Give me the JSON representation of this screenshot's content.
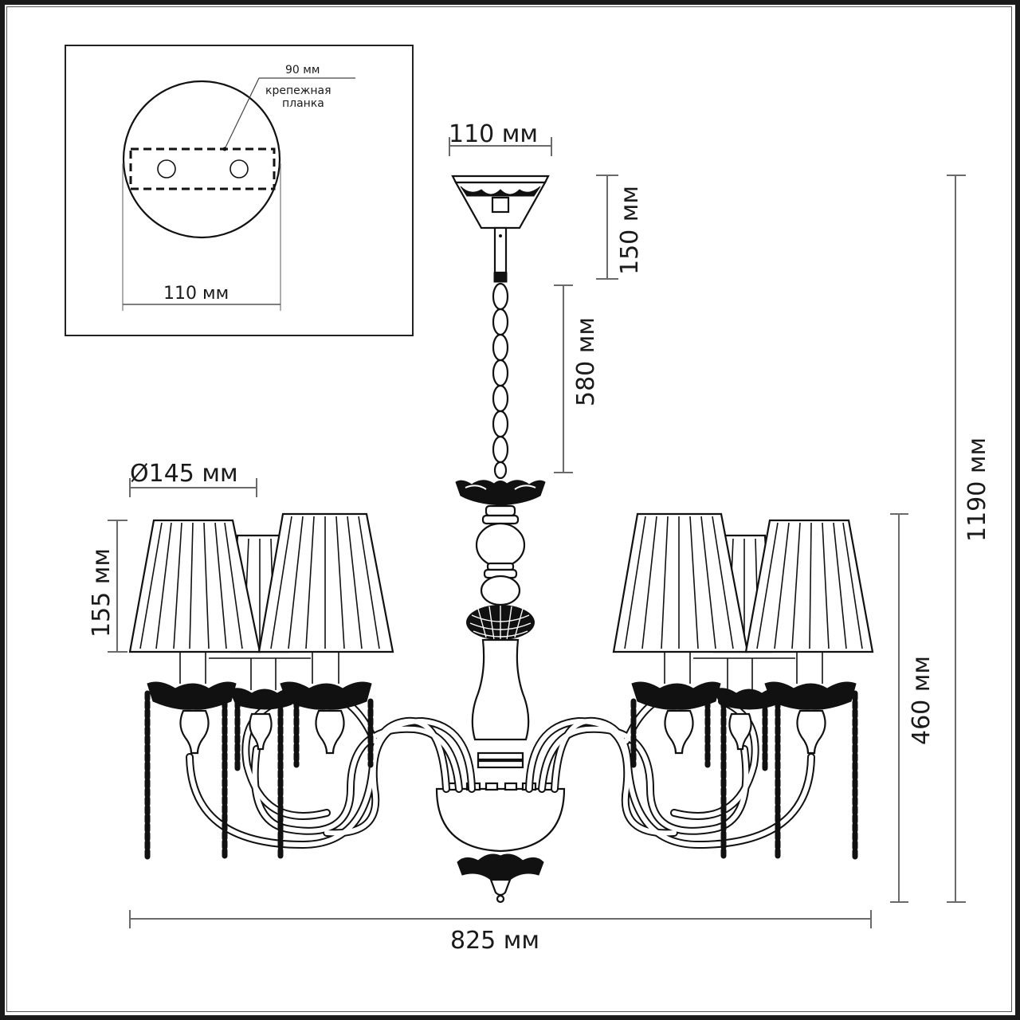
{
  "inset": {
    "plate_width_label": "90 мм",
    "plate_name_line1": "крепежная",
    "plate_name_line2": "планка",
    "canopy_diameter_label": "110 мм"
  },
  "dimensions": {
    "canopy_width": "110 мм",
    "canopy_height": "150 мм",
    "chain_length": "580 мм",
    "total_height": "1190 мм",
    "body_height": "460 мм",
    "shade_diameter": "Ø145 мм",
    "shade_height": "155 мм",
    "total_width": "825 мм"
  },
  "colors": {
    "ink": "#111111",
    "dimension_line": "#6a6a6a",
    "background": "#ffffff"
  }
}
